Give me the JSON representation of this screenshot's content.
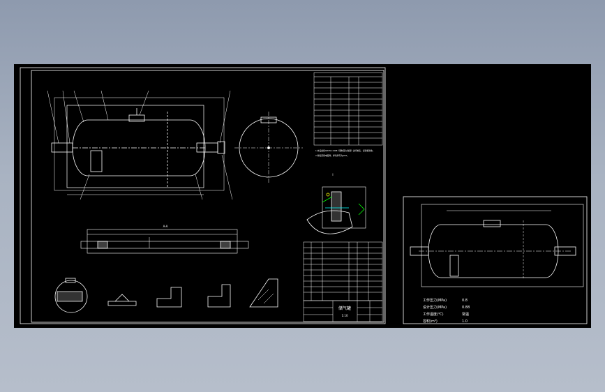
{
  "main_sheet": {
    "title_block": {
      "drawing_title": "储气罐",
      "scale": "1:10"
    },
    "notes": [
      "1.本设备按GB150-1998《钢制压力容器》进行制造、试验和验收，",
      "2.焊接采用电弧焊，焊条牌号为J422。"
    ],
    "section_label_a": "A-A",
    "detail_label": "I"
  },
  "preview_sheet": {
    "params": [
      {
        "label": "工作压力(MPa)",
        "value": "0.8"
      },
      {
        "label": "设计压力(MPa)",
        "value": "0.88"
      },
      {
        "label": "工作温度(℃)",
        "value": "常温"
      },
      {
        "label": "容积(m³)",
        "value": "1.0"
      }
    ]
  },
  "colors": {
    "page_bg": "#a9b3c2",
    "drawing_bg": "#000000",
    "line": "#ffffff",
    "accent_cyan": "#00ffff",
    "accent_green": "#00ff00",
    "accent_yellow": "#ffff00"
  }
}
